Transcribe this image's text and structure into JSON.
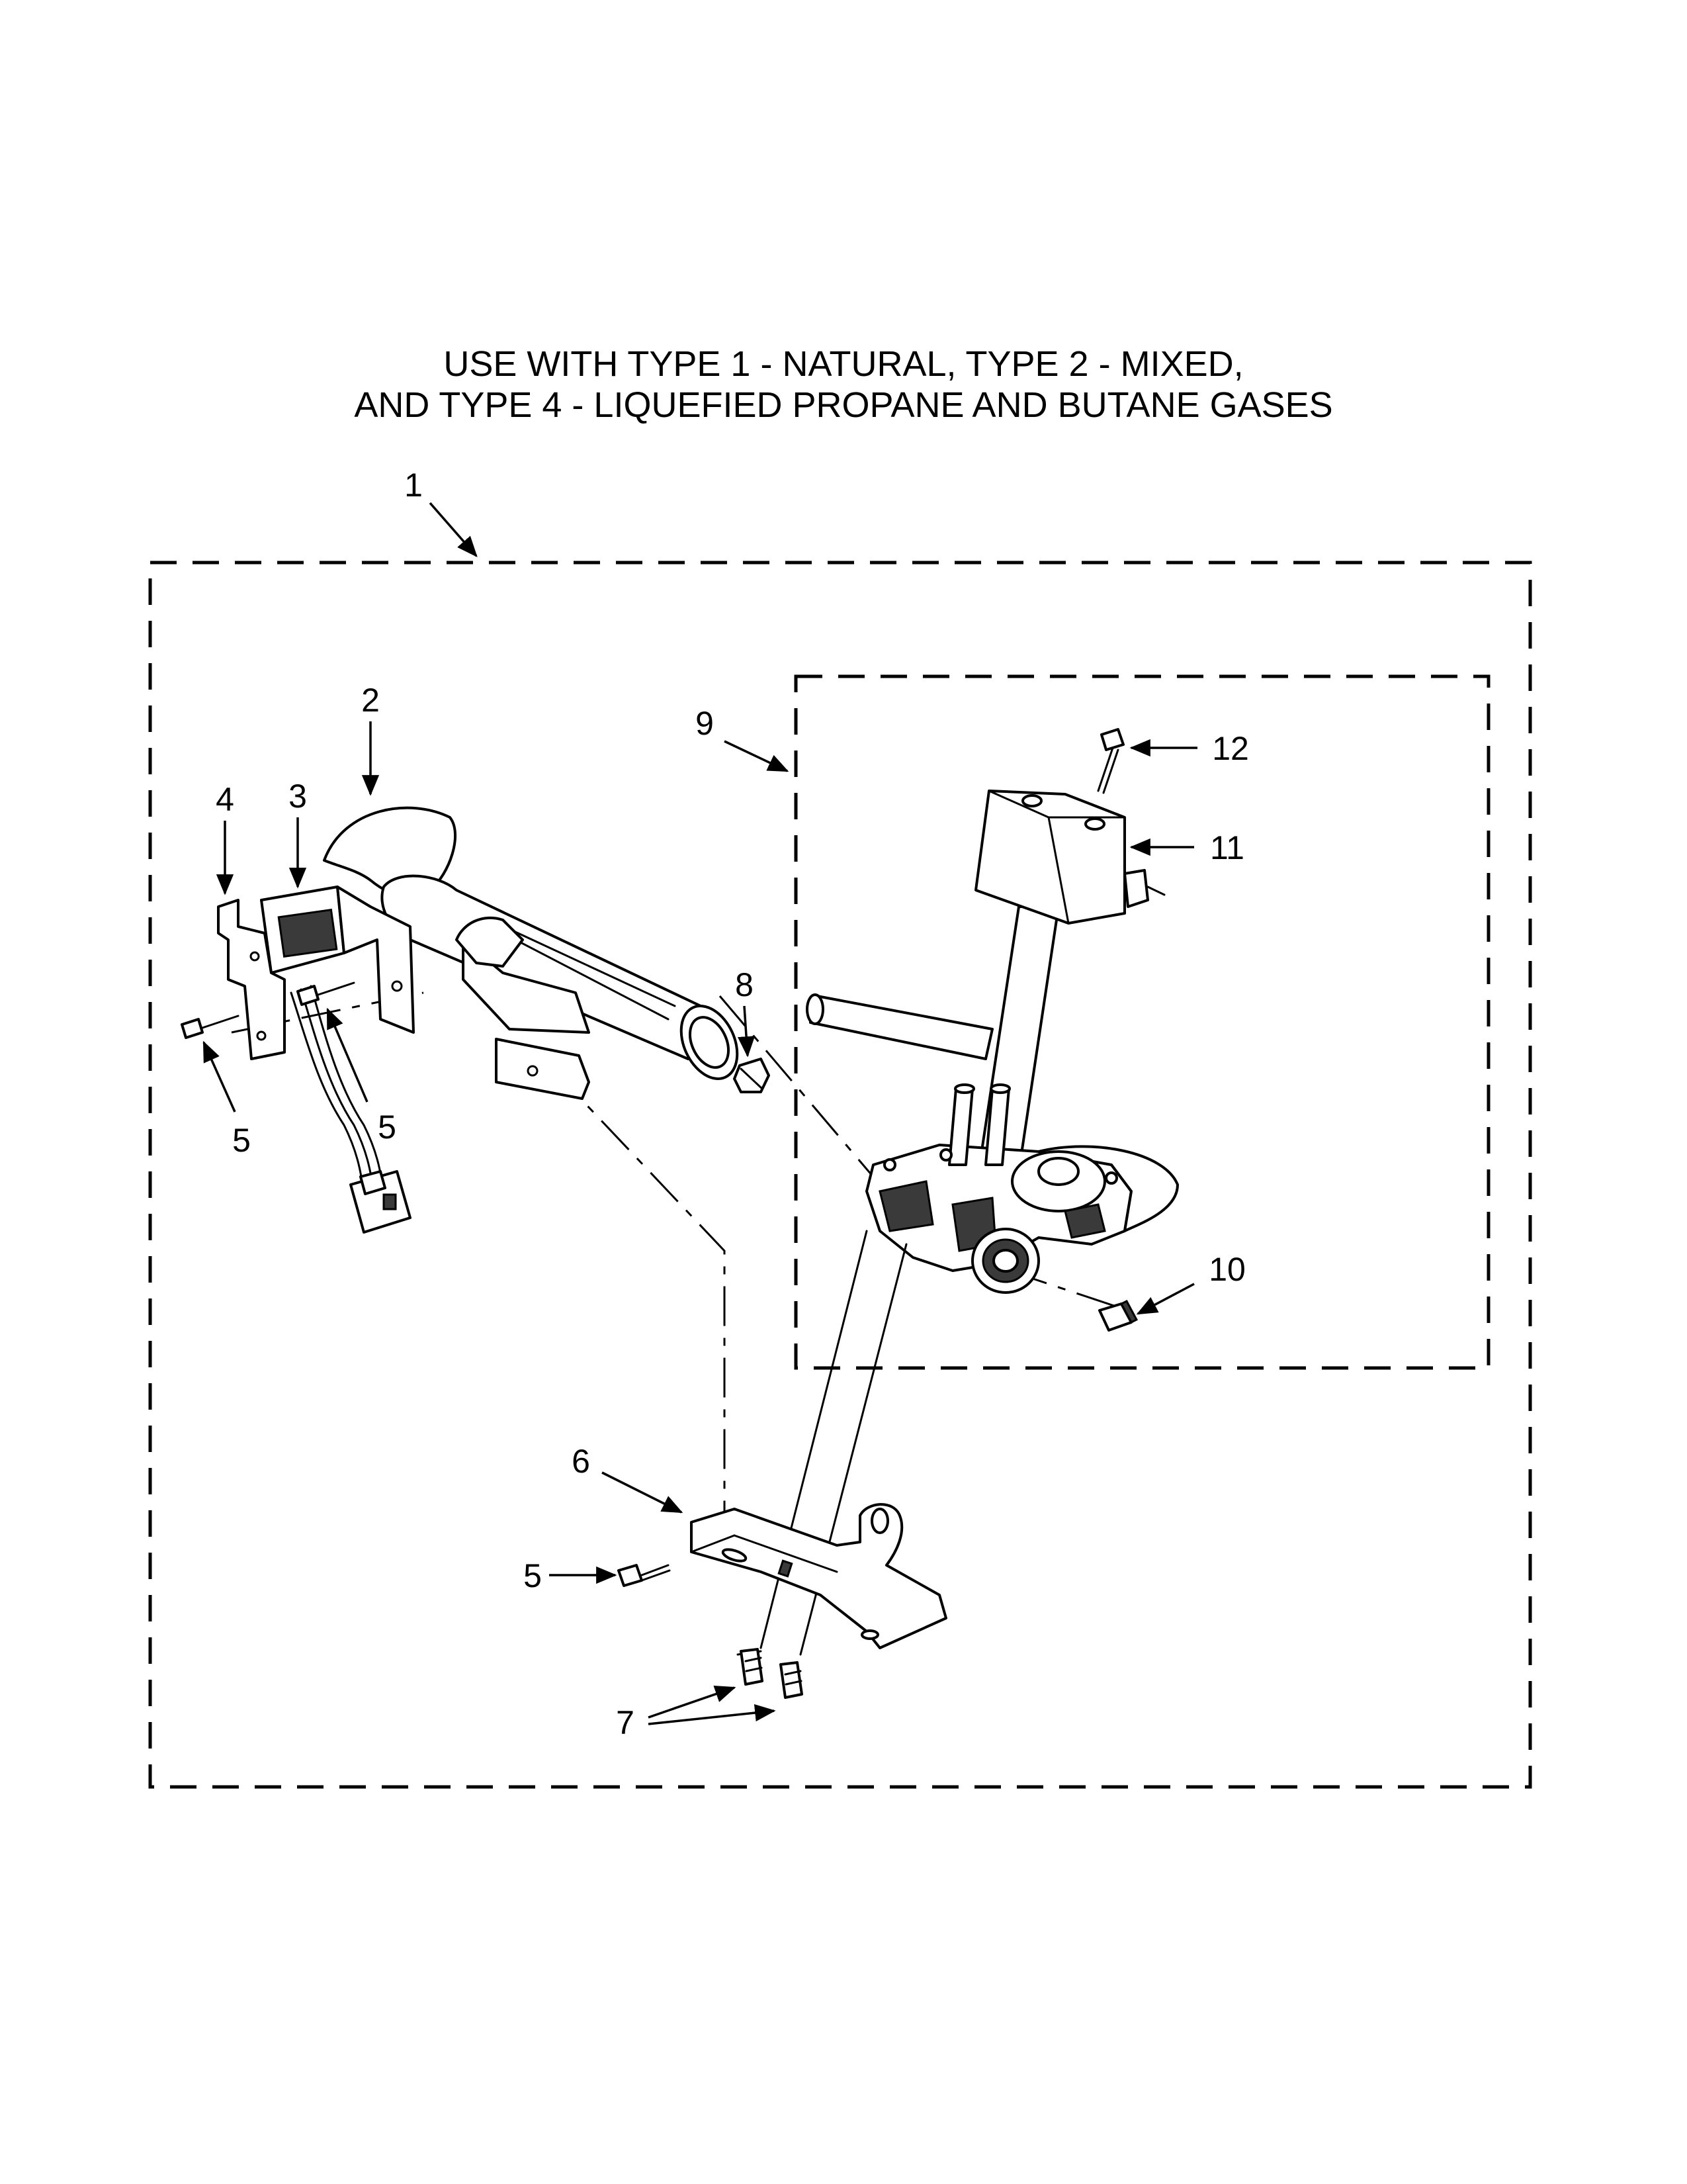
{
  "title": {
    "line1": "USE WITH TYPE 1 - NATURAL, TYPE 2 - MIXED,",
    "line2": "AND TYPE 4 - LIQUEFIED PROPANE AND BUTANE GASES"
  },
  "callouts": {
    "c1": "1",
    "c2": "2",
    "c3": "3",
    "c4": "4",
    "c5a": "5",
    "c5b": "5",
    "c5c": "5",
    "c6": "6",
    "c7": "7",
    "c8": "8",
    "c9": "9",
    "c10": "10",
    "c11": "11",
    "c12": "12"
  }
}
